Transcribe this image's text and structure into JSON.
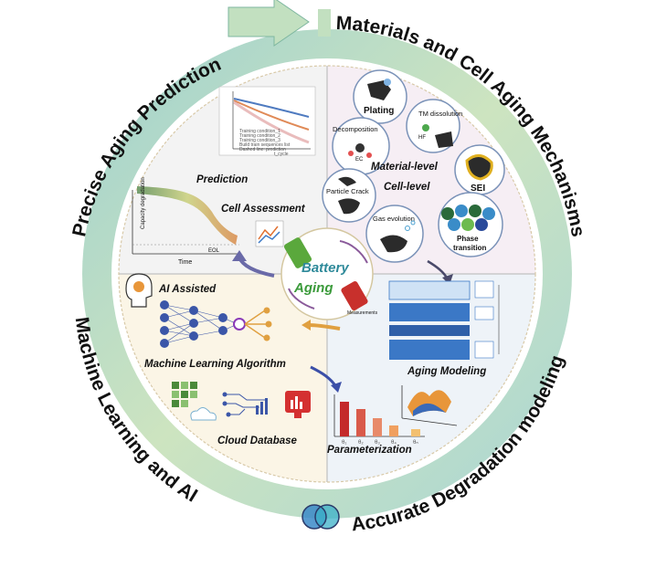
{
  "ring": {
    "top_left": "Precise Aging Prediction",
    "top_right": "Materials and Cell Aging Mechanisms",
    "bottom_right": "Accurate Degradation modeling",
    "bottom_left": "Machine Learning and AI"
  },
  "center": {
    "line1": "Battery",
    "line2": "Aging"
  },
  "q1": {
    "prediction": "Prediction",
    "cell_assessment": "Cell Assessment",
    "capacity_axis": "Capacity degradation",
    "time_axis": "Time",
    "eol": "EOL",
    "chart_legend": [
      "Training condition_1",
      "Training condition_2",
      "Training condition_3",
      "Build train sequences list",
      "Dashed line: prediction"
    ],
    "chart_xlabel": "t_cycle"
  },
  "q2": {
    "plating": "Plating",
    "tm_dissolution": "TM dissolution",
    "decomposition": "Decomposition",
    "ec": "EC",
    "hf": "HF",
    "material_level": "Material-level",
    "cell_level": "Cell-level",
    "sei": "SEI",
    "particle_crack": "Particle Crack",
    "gas_evolution": "Gas evolution",
    "phase_transition": "Phase transition"
  },
  "q3": {
    "aging_modeling": "Aging Modeling",
    "parameterization": "Parameterization",
    "measurements": "Measurements",
    "bar_labels": [
      "θ₁",
      "θ₂",
      "θ₃",
      "θ₄",
      "θₙ"
    ]
  },
  "q4": {
    "ai_assisted": "AI Assisted",
    "ml_algorithm": "Machine Learning Algorithm",
    "cloud_database": "Cloud Database"
  },
  "colors": {
    "ring_teal": "#8fc9c6",
    "ring_green": "#cfe3b5",
    "q1_bg": "#f3f3f3",
    "q2_bg": "#f6eef4",
    "q3_bg": "#eef3f8",
    "q4_bg": "#fbf5e6",
    "model_blue": "#3b78c6"
  }
}
